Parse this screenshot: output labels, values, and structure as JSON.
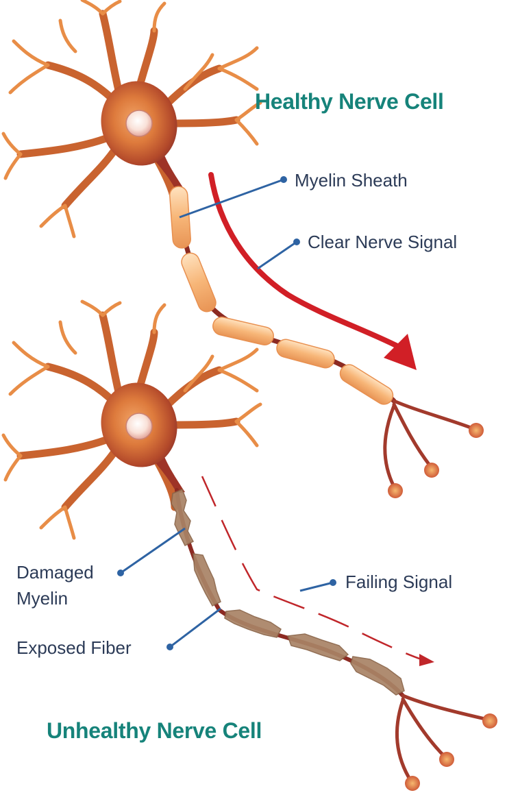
{
  "titles": {
    "healthy": "Healthy Nerve Cell",
    "unhealthy": "Unhealthy Nerve Cell"
  },
  "labels": {
    "myelin_sheath": "Myelin Sheath",
    "clear_signal": "Clear Nerve Signal",
    "damaged_myelin_line1": "Damaged",
    "damaged_myelin_line2": "Myelin",
    "exposed_fiber": "Exposed Fiber",
    "failing_signal": "Failing Signal"
  },
  "colors": {
    "title": "#16837a",
    "label_text": "#2c3b57",
    "leader_line": "#2e63a3",
    "signal_arrow": "#d11f26",
    "axon": "#8c2a22",
    "healthy_myelin": "#f7b678",
    "damaged_myelin": "#a98366",
    "cell_body": "#c9552f",
    "dendrite": "#e58a45"
  }
}
